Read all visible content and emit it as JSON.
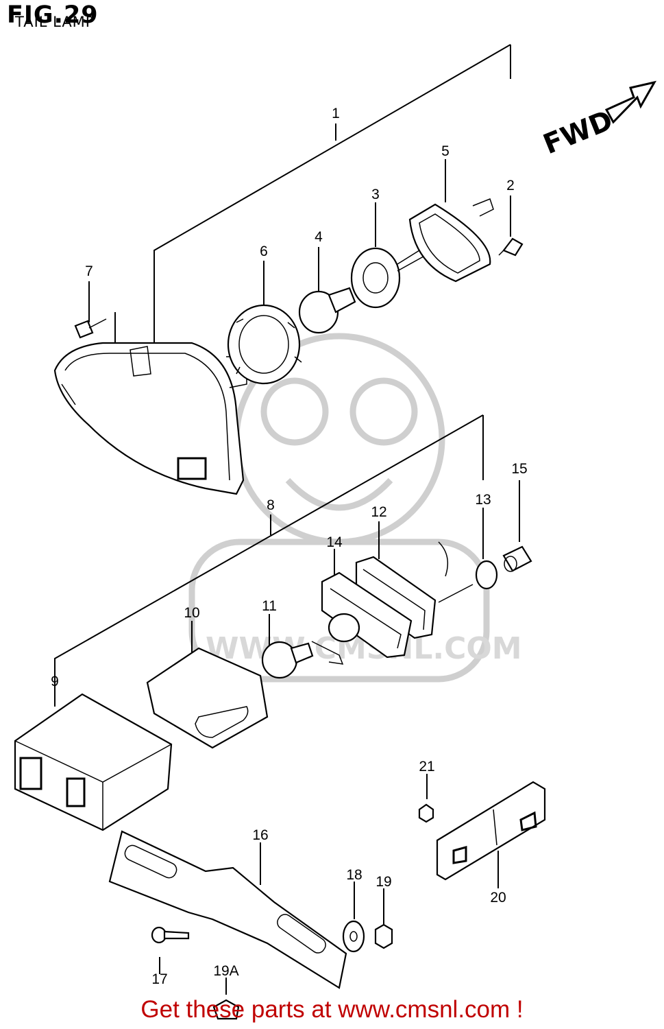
{
  "figure": {
    "title": "FIG.29",
    "subtitle": "TAIL LAMP",
    "direction_label": "FWD"
  },
  "watermark": {
    "text": "WWW.CMSNL.COM"
  },
  "callouts": [
    {
      "id": "c1",
      "label": "1"
    },
    {
      "id": "c2",
      "label": "2"
    },
    {
      "id": "c3",
      "label": "3"
    },
    {
      "id": "c4",
      "label": "4"
    },
    {
      "id": "c5",
      "label": "5"
    },
    {
      "id": "c6",
      "label": "6"
    },
    {
      "id": "c7",
      "label": "7"
    },
    {
      "id": "c8",
      "label": "8"
    },
    {
      "id": "c9",
      "label": "9"
    },
    {
      "id": "c10",
      "label": "10"
    },
    {
      "id": "c11",
      "label": "11"
    },
    {
      "id": "c12",
      "label": "12"
    },
    {
      "id": "c13",
      "label": "13"
    },
    {
      "id": "c14",
      "label": "14"
    },
    {
      "id": "c15",
      "label": "15"
    },
    {
      "id": "c16",
      "label": "16"
    },
    {
      "id": "c17",
      "label": "17"
    },
    {
      "id": "c18",
      "label": "18"
    },
    {
      "id": "c19",
      "label": "19"
    },
    {
      "id": "c19a",
      "label": "19A"
    },
    {
      "id": "c20",
      "label": "20"
    },
    {
      "id": "c21",
      "label": "21"
    }
  ],
  "footer": {
    "text": "Get these parts at www.cmsnl.com !",
    "color": "#c00000"
  }
}
